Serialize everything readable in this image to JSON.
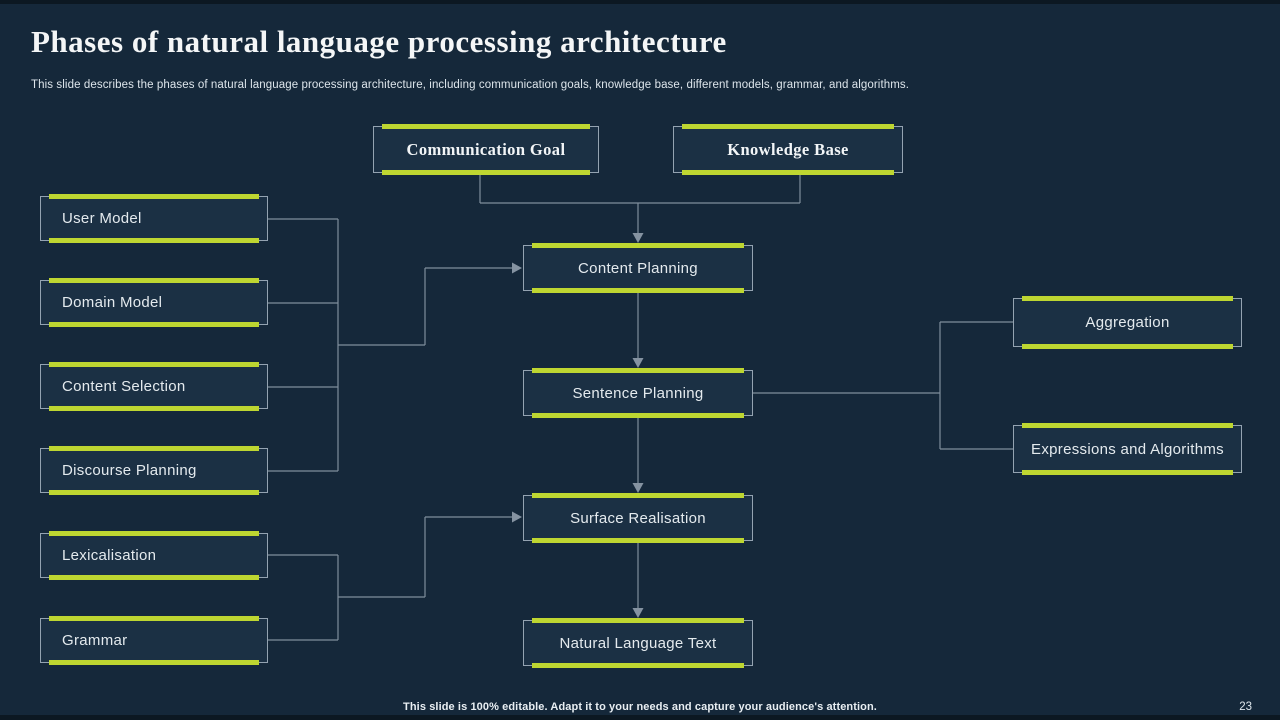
{
  "slide": {
    "title": "Phases of natural language processing architecture",
    "subtitle": "This slide describes the phases of natural language processing architecture, including communication goals, knowledge base, different models, grammar, and algorithms.",
    "footer_note": "This slide is 100% editable. Adapt it to your needs and capture your audience's attention.",
    "page_number": "23"
  },
  "colors": {
    "background": "#15283a",
    "node_fill": "#1b3044",
    "node_border": "#94a3b1",
    "accent_green": "#bed631",
    "connector_gray": "#7f8e9c",
    "title_text": "#f4f6f7",
    "body_text": "#e4eaee"
  },
  "diagram": {
    "top_nodes": [
      {
        "label": "Communication Goal"
      },
      {
        "label": "Knowledge Base"
      }
    ],
    "left_nodes": [
      {
        "label": "User Model"
      },
      {
        "label": "Domain Model"
      },
      {
        "label": "Content Selection"
      },
      {
        "label": "Discourse Planning"
      },
      {
        "label": "Lexicalisation"
      },
      {
        "label": "Grammar"
      }
    ],
    "center_nodes": [
      {
        "label": "Content Planning"
      },
      {
        "label": "Sentence Planning"
      },
      {
        "label": "Surface Realisation"
      },
      {
        "label": "Natural Language Text"
      }
    ],
    "right_nodes": [
      {
        "label": "Aggregation"
      },
      {
        "label": "Expressions and Algorithms"
      }
    ]
  }
}
